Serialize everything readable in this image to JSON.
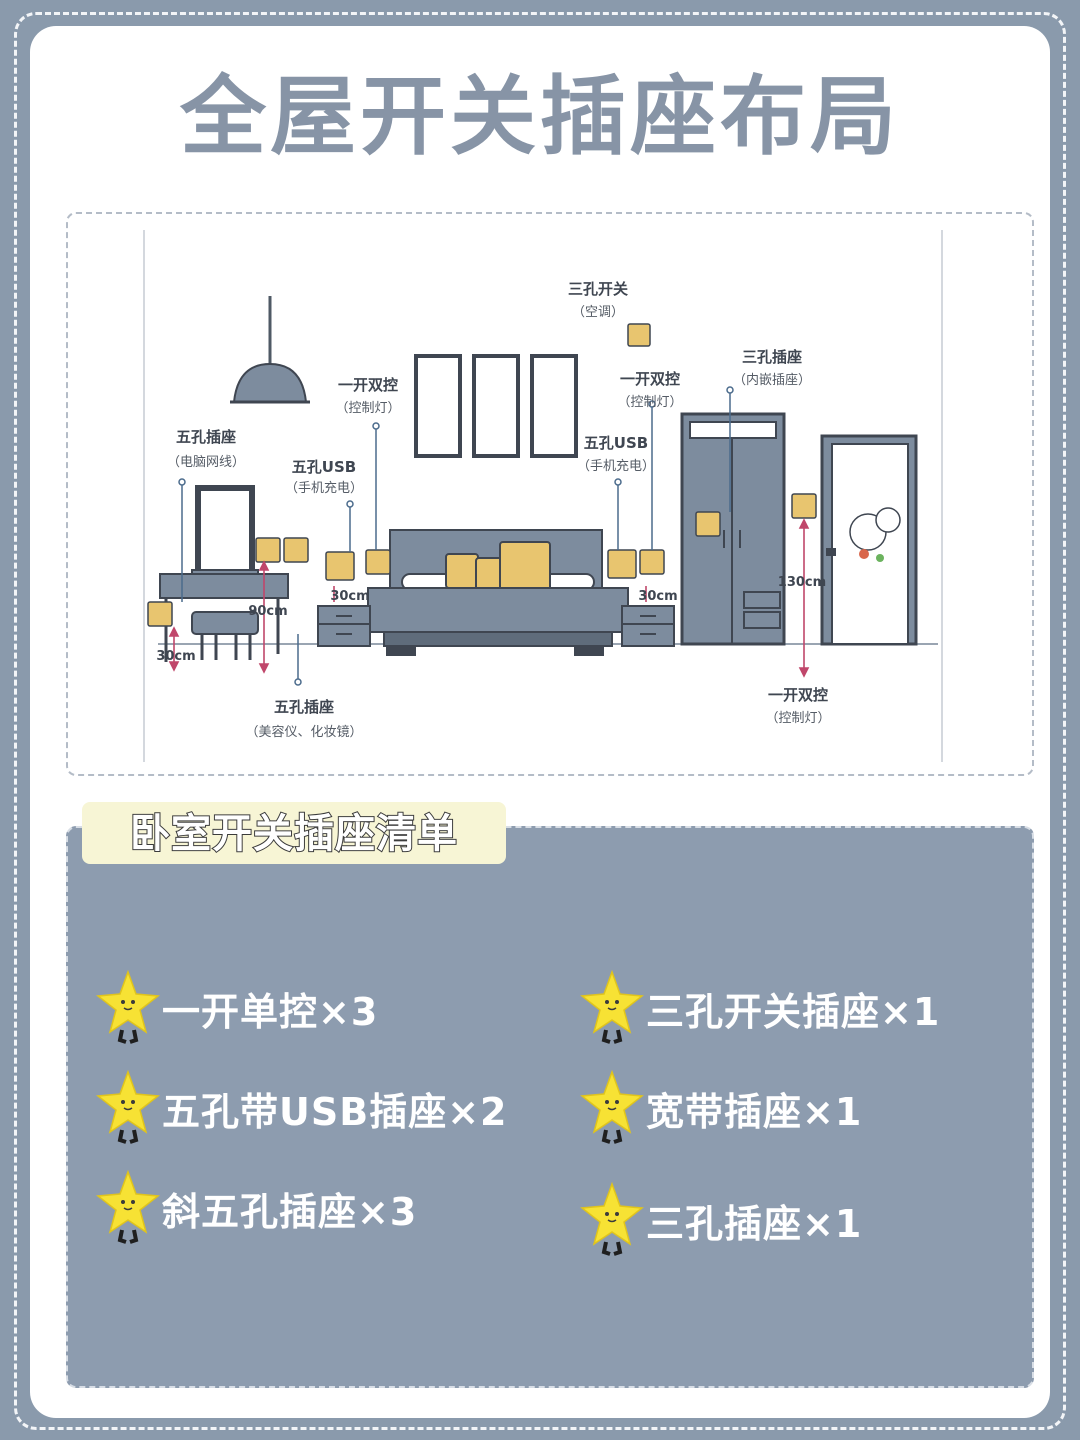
{
  "title": "全屋开关插座布局",
  "diagram": {
    "labels": {
      "switch_3pin": {
        "name": "三孔开关",
        "note": "（空调）"
      },
      "dual_left": {
        "name": "一开双控",
        "note": "（控制灯）"
      },
      "dual_right": {
        "name": "一开双控",
        "note": "（控制灯）"
      },
      "socket_embed": {
        "name": "三孔插座",
        "note": "（内嵌插座）"
      },
      "five_pc": {
        "name": "五孔插座",
        "note": "（电脑网线）"
      },
      "usb_left": {
        "name": "五孔USB",
        "note": "（手机充电）"
      },
      "usb_right": {
        "name": "五孔USB",
        "note": "（手机充电）"
      },
      "five_beauty": {
        "name": "五孔插座",
        "note": "（美容仪、化妆镜）"
      },
      "dual_door": {
        "name": "一开双控",
        "note": "（控制灯）"
      }
    },
    "dims": {
      "desk_low": "30cm",
      "desk_high": "90cm",
      "bed_left": "30cm",
      "bed_right": "30cm",
      "door_switch": "130cm"
    }
  },
  "checklist": {
    "title": "卧室开关插座清单",
    "items": [
      {
        "text": "一开单控×3"
      },
      {
        "text": "三孔开关插座×1"
      },
      {
        "text": "五孔带USB插座×2"
      },
      {
        "text": "宽带插座×1"
      },
      {
        "text": "斜五孔插座×3"
      },
      {
        "text": "三孔插座×1"
      }
    ]
  },
  "colors": {
    "background": "#8a9aac",
    "card": "#ffffff",
    "title_text": "#8794a6",
    "furniture": "#7d8c9e",
    "socket": "#e8c56f",
    "panel": "#8d9caf",
    "star": "#f7e234"
  }
}
